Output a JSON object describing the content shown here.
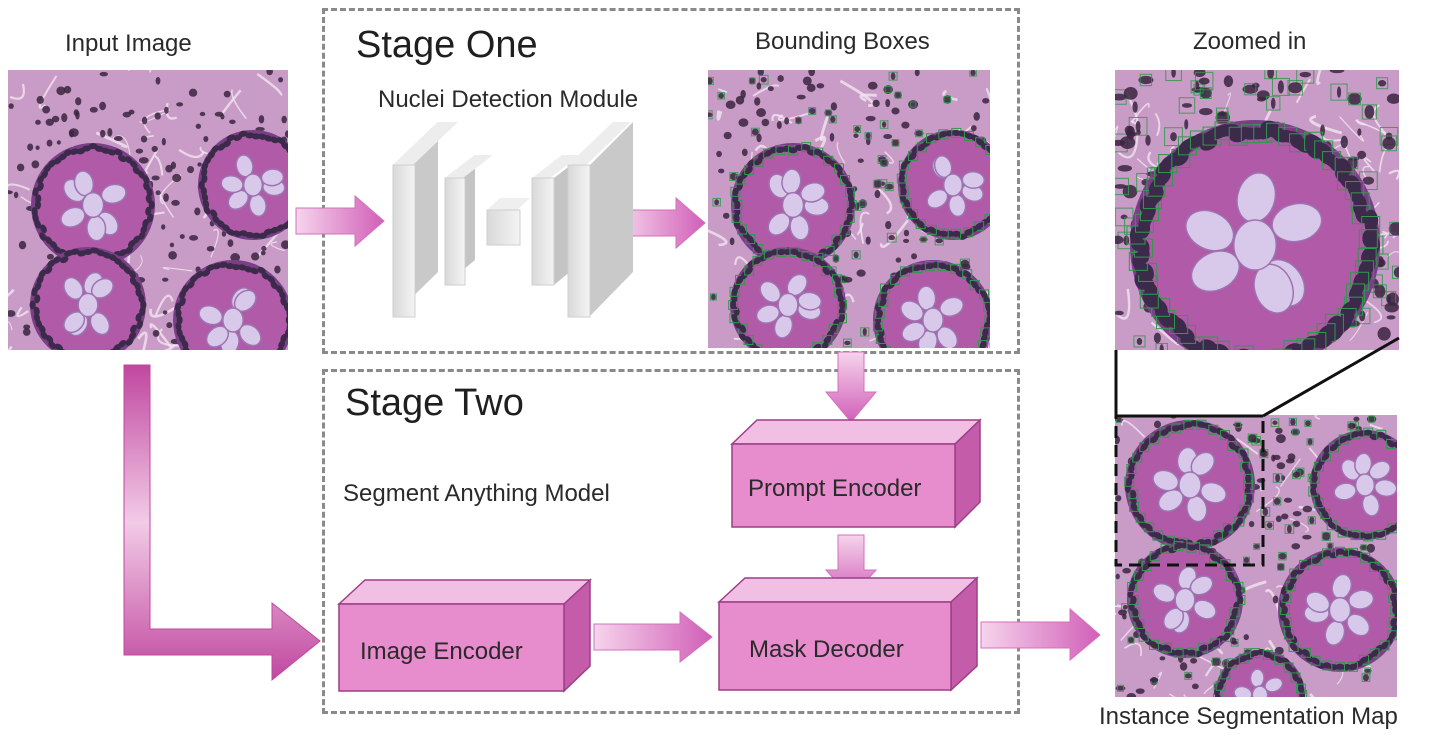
{
  "labels": {
    "input_image": "Input Image",
    "bounding_boxes": "Bounding Boxes",
    "zoomed_in": "Zoomed in",
    "instance_segmentation_map": "Instance Segmentation Map"
  },
  "stage_one": {
    "title": "Stage One",
    "module": "Nuclei Detection Module"
  },
  "stage_two": {
    "title": "Stage Two",
    "model": "Segment Anything Model",
    "prompt_encoder": "Prompt Encoder",
    "image_encoder": "Image Encoder",
    "mask_decoder": "Mask Decoder"
  },
  "colors": {
    "tissue_bg": "#b05aa8",
    "gland_lumen": "#d8c8ea",
    "nucleus": "#3a2440",
    "box_outline": "#2f9a4a",
    "block_front": "#e58fcf",
    "block_top": "#f4c3e6",
    "block_side": "#c25aa8",
    "arrow": "#d46fbd",
    "stage_border": "#8a8a8a"
  },
  "icons": {
    "arrow": "block-arrow-right",
    "network": "encoder-decoder-cnn"
  }
}
